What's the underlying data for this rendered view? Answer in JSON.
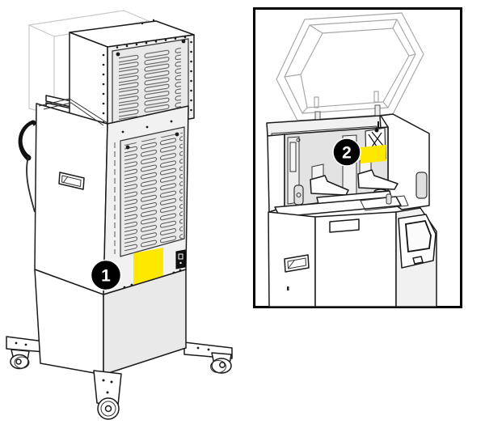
{
  "figure": {
    "type": "technical-illustration",
    "callouts": [
      {
        "label": "1"
      },
      {
        "label": "2"
      }
    ],
    "label_highlights": [
      {
        "name": "label-location-1"
      },
      {
        "name": "label-location-2"
      }
    ],
    "colors": {
      "highlight": "#ffe800",
      "callout_bg": "#000000",
      "callout_ring": "#ffffff",
      "callout_text": "#ffffff",
      "outline": "#1a1a1a",
      "panel": "#e9e9e9",
      "ghost_line": "#c9c9c9",
      "background": "#ffffff"
    }
  }
}
